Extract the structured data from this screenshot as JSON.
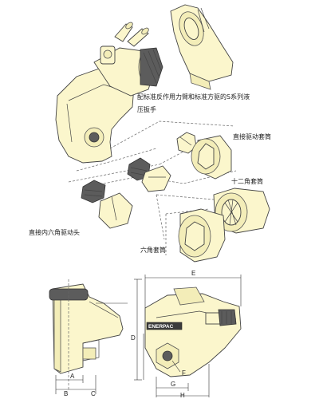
{
  "labels": {
    "wrench_caption_line1": "配标准反作用力臂和标准方驱的S系列液",
    "wrench_caption_line2": "压扳手",
    "direct_drive_socket": "直接驱动套筒",
    "twelve_point_socket": "十二角套筒",
    "hex_insert_head": "直接内六角驱动头",
    "hex_socket": "六角套筒"
  },
  "brand": {
    "logo_text": "ENERPAC"
  },
  "dimensions": {
    "A": "A",
    "B": "B",
    "C": "C",
    "D": "D",
    "E": "E",
    "F": "F",
    "G": "G",
    "H": "H"
  },
  "colors": {
    "body_fill": "#fbf6cc",
    "outline": "#444444",
    "dark_part": "#5c5c5c"
  }
}
